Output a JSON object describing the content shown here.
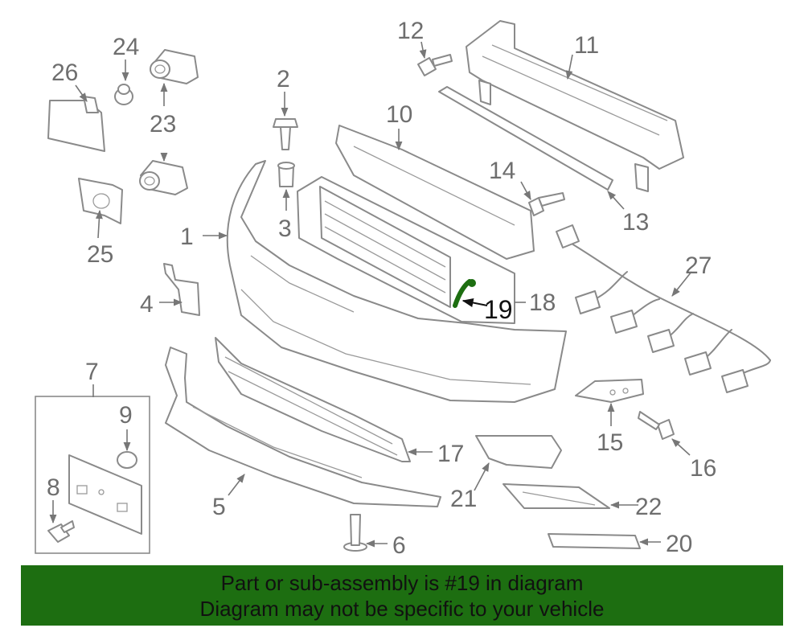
{
  "callouts": {
    "c1": "1",
    "c2": "2",
    "c3": "3",
    "c4": "4",
    "c5": "5",
    "c6": "6",
    "c7": "7",
    "c8": "8",
    "c9": "9",
    "c10": "10",
    "c11": "11",
    "c12": "12",
    "c13": "13",
    "c14": "14",
    "c15": "15",
    "c16": "16",
    "c17": "17",
    "c18": "18",
    "c19": "19",
    "c20": "20",
    "c21": "21",
    "c22": "22",
    "c23": "23",
    "c24": "24",
    "c25": "25",
    "c26": "26",
    "c27": "27"
  },
  "highlight": {
    "part": "19",
    "color": "#1d6e11"
  },
  "banner": {
    "line1": "Part or sub-assembly is #19 in diagram",
    "line2": "Diagram may not be specific to your vehicle",
    "background": "#1d6e11"
  }
}
